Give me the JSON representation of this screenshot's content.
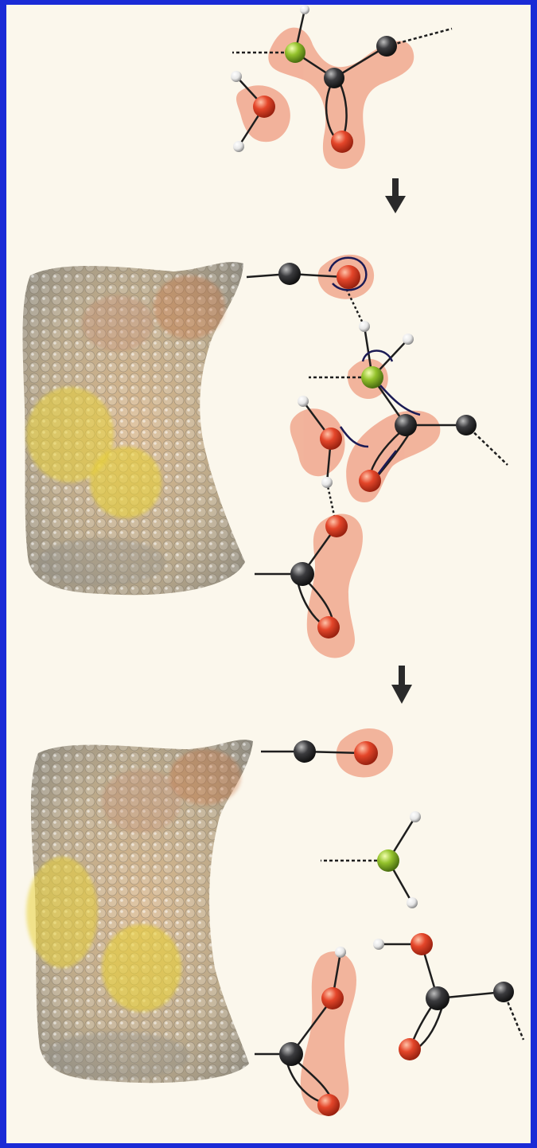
{
  "figure": {
    "panels": [
      {
        "id": "substrate",
        "has_enzyme": false
      },
      {
        "id": "transition",
        "has_enzyme": true
      },
      {
        "id": "products",
        "has_enzyme": true
      }
    ],
    "atom_colors": {
      "carbon": "#2e2e30",
      "oxygen": "#e0452a",
      "nitrogen": "#8fbf2a",
      "hydrogen": "#f2f2f2",
      "halo": "#f0a288",
      "enzyme_surface": "#c9b48a",
      "enzyme_highlight": "#e9d23a",
      "arrow": "#2a2a2a"
    }
  }
}
